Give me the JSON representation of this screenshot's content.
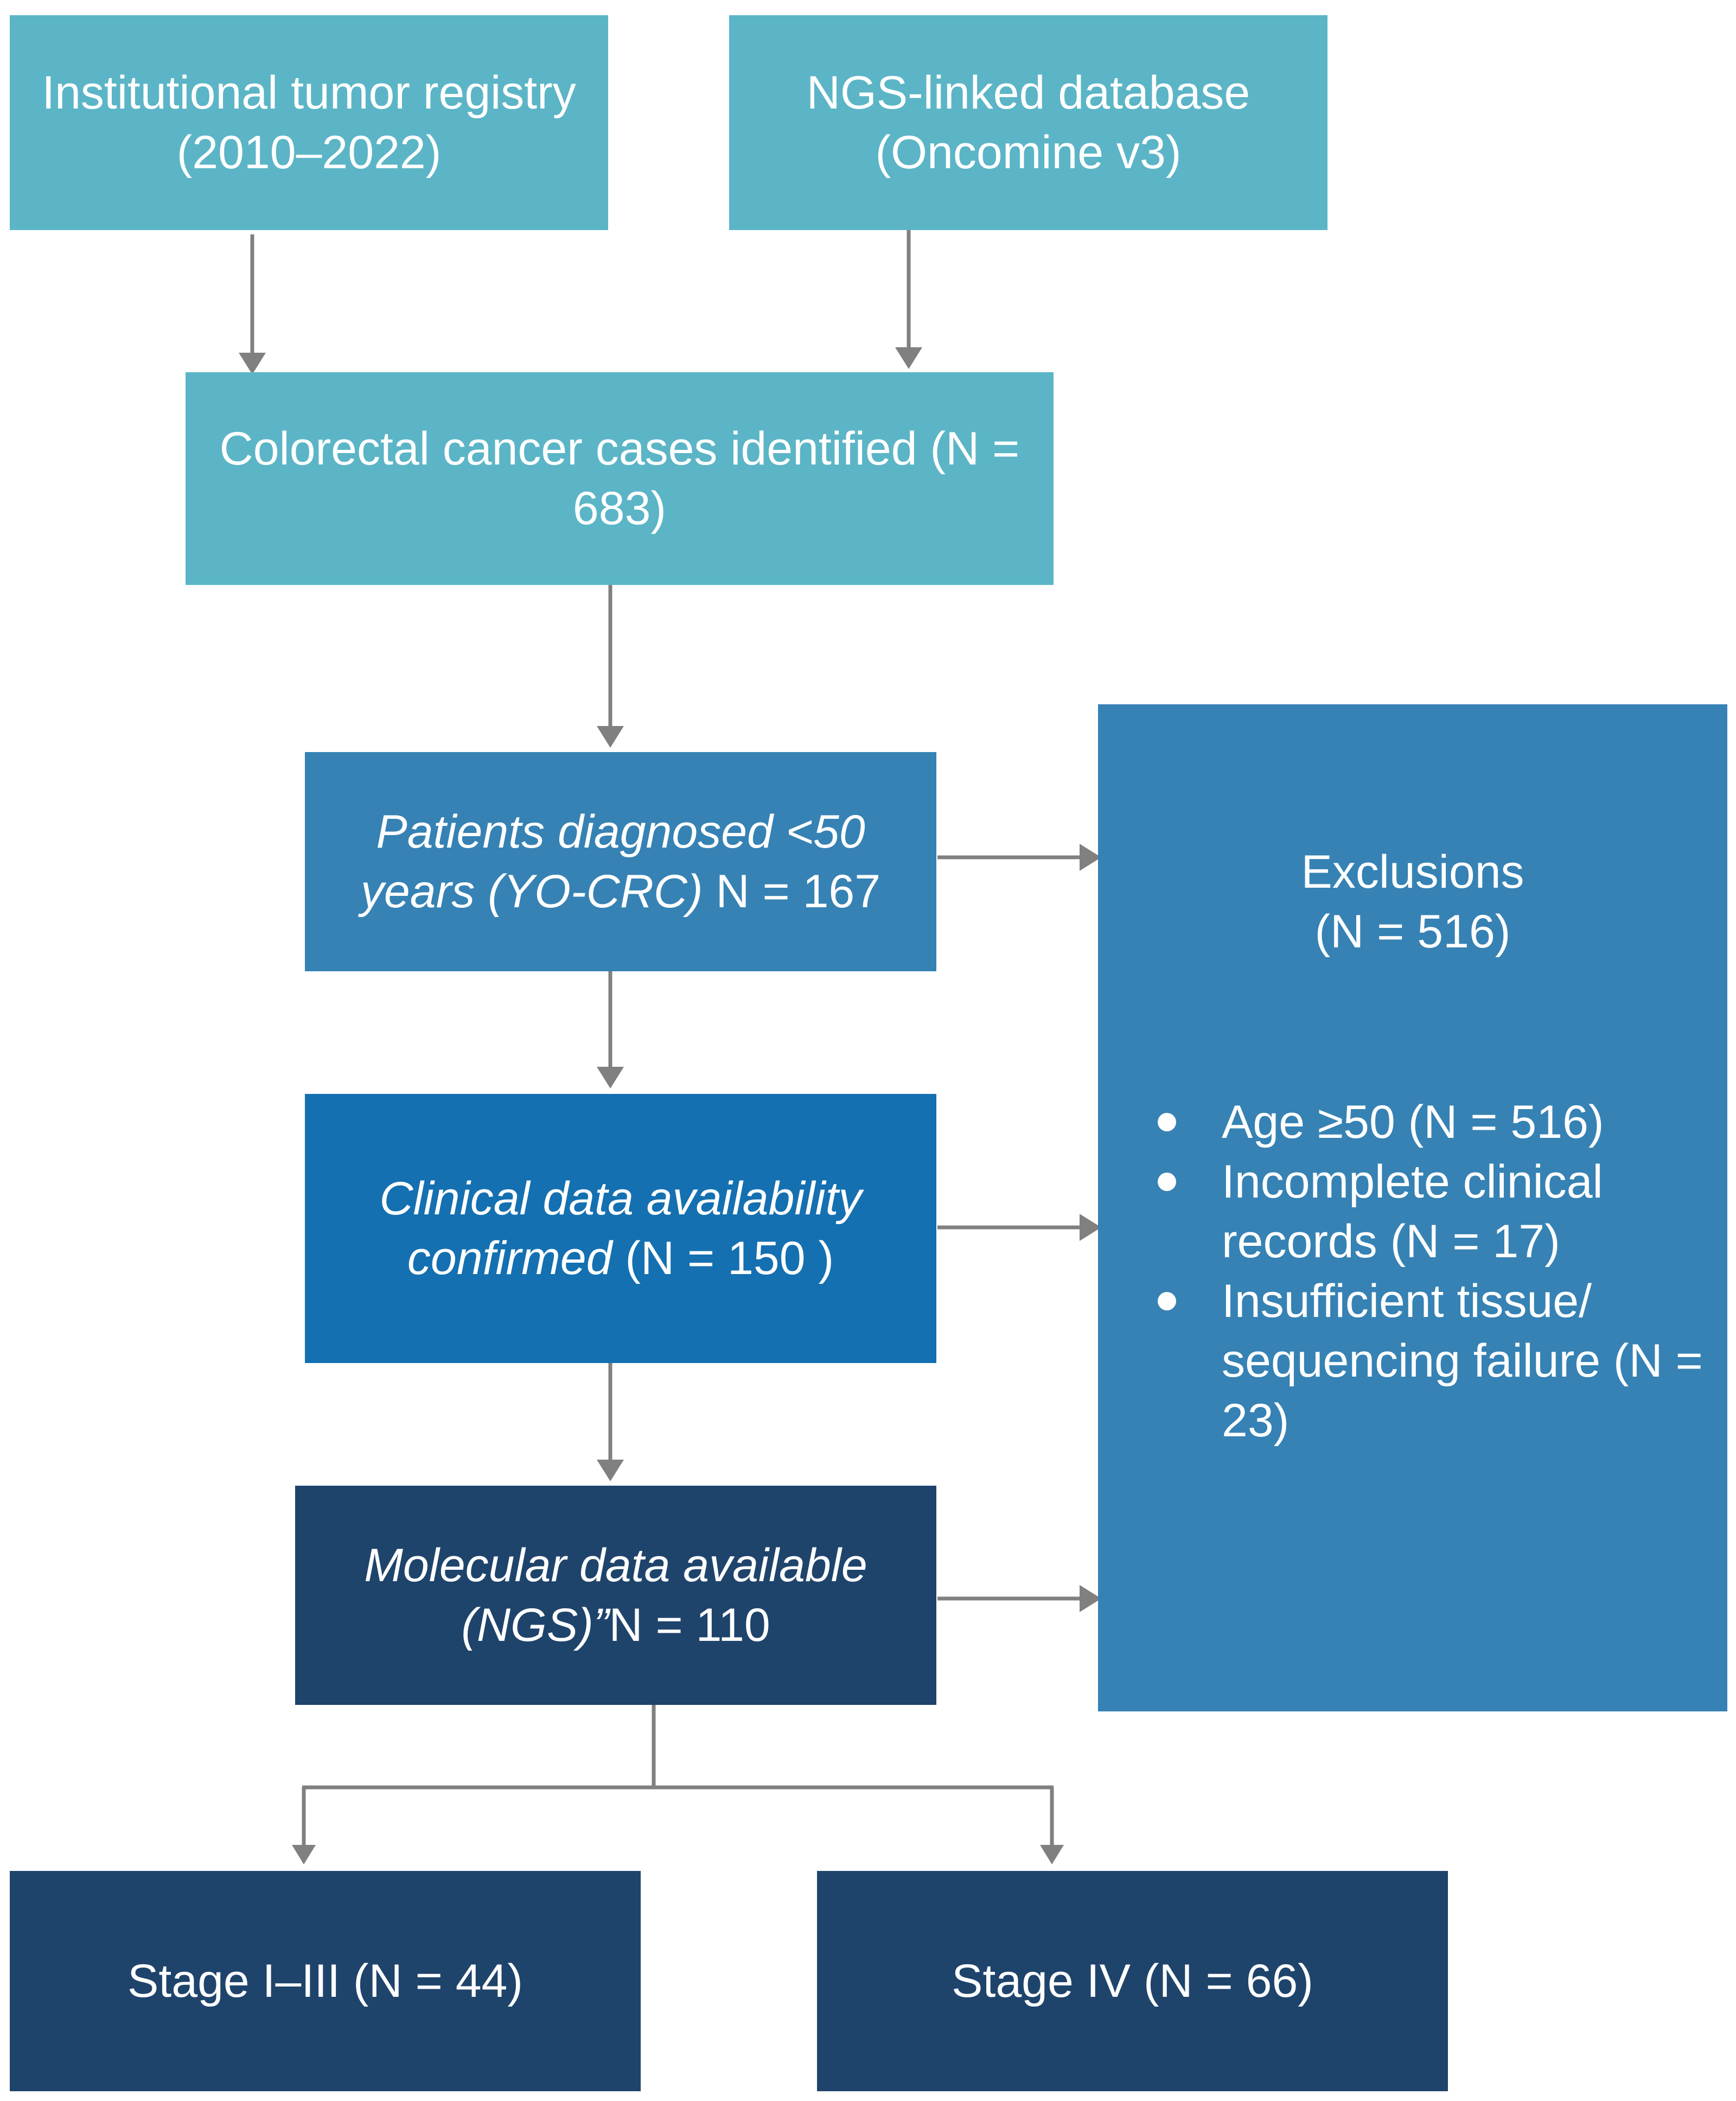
{
  "boxes": {
    "registry": {
      "text": "Institutional tumor registry (2010–2022)"
    },
    "ngs_db": {
      "text": "NGS-linked database (Oncomine v3)"
    },
    "identified": {
      "text": "Colorectal cancer cases identified (N = 683)"
    },
    "yocrc": {
      "text_italic": "Patients diagnosed <50 years (YO-CRC)",
      "text_plain": " N = 167"
    },
    "clinical": {
      "text_italic": "Clinical data availability confirmed",
      "text_plain": " (N = 150 )"
    },
    "molecular": {
      "text_italic": "Molecular data available (NGS)”",
      "text_plain": "N = 110"
    },
    "stage_1_3": {
      "text": "Stage I–III (N = 44)"
    },
    "stage_4": {
      "text": "Stage IV (N = 66)"
    }
  },
  "exclusions": {
    "title_line1": "Exclusions",
    "title_line2": "(N = 516)",
    "items": [
      "Age ≥50 (N = 516)",
      "Incomplete clinical records (N = 17)",
      "Insufficient tissue/ sequencing failure (N = 23)"
    ]
  },
  "colors": {
    "teal": "#5bb5c6",
    "medium_blue": "#3682b4",
    "blue": "#1470b1",
    "navy": "#1f446c",
    "arrow": "#808080"
  }
}
